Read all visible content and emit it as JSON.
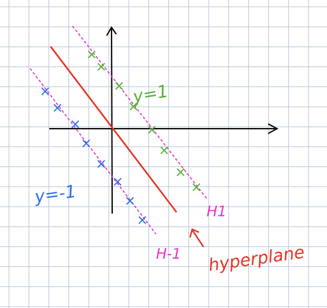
{
  "labels": {
    "positive_class": "y=1",
    "negative_class": "y=-1",
    "margin_upper": "H1",
    "margin_lower": "H-1",
    "hyperplane": "hyperplane"
  },
  "marker": "×",
  "colors": {
    "grid": "#bcc8dc",
    "axes": "#111111",
    "hyperplane": "#e53426",
    "margin": "#e633c8",
    "positive": "#57b03a",
    "negative": "#2f6fe6",
    "annotation": "#e53426"
  },
  "icons": {
    "hyperplane_pointer": "arrow-icon",
    "y_axis_tip": "arrowhead-icon",
    "x_axis_tip": "arrowhead-icon"
  }
}
